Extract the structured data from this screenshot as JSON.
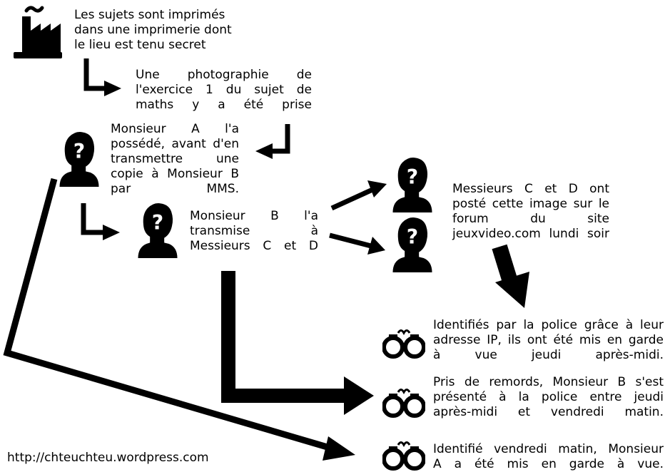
{
  "steps": {
    "printing": [
      "Les sujets sont imprimés",
      "dans une imprimerie dont",
      "le lieu est tenu secret"
    ],
    "photo": [
      "Une photographie de",
      "l'exercice 1 du sujet de",
      "maths y a été prise"
    ],
    "monsieur_a": [
      "Monsieur A l'a",
      "possédé, avant d'en",
      "transmettre une",
      "copie à Monsieur B",
      "par MMS."
    ],
    "monsieur_b": [
      "Monsieur B l'a",
      "transmise à",
      "Messieurs C et D"
    ],
    "messieurs_cd": [
      "Messieurs C et D ont",
      "posté cette image sur le",
      "forum du site",
      "jeuxvideo.com lundi soir"
    ]
  },
  "outcomes": {
    "cd": [
      "Identifiés par la police grâce à leur",
      "adresse IP, ils ont été mis en garde",
      "à vue jeudi après-midi."
    ],
    "b": [
      "Pris de remords, Monsieur B s'est",
      "présenté à la police entre jeudi",
      "après-midi et vendredi matin."
    ],
    "a": [
      "Identifié vendredi matin, Monsieur",
      "A a été mis en garde à vue."
    ]
  },
  "icons": {
    "factory": "factory-icon",
    "person": "unknown-person-icon",
    "person_mark": "?",
    "handcuffs": "handcuffs-icon"
  },
  "credit": "http://chteuchteu.wordpress.com"
}
